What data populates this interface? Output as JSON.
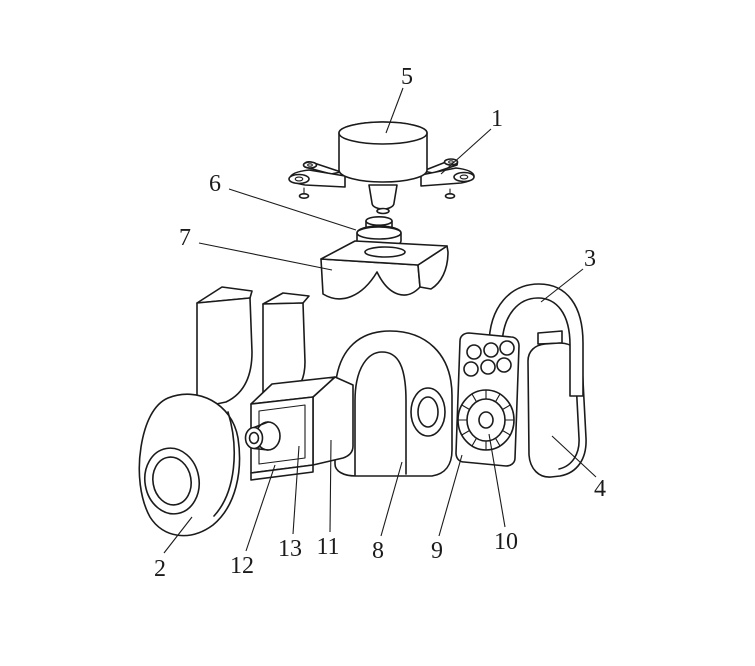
{
  "figure": {
    "background": "#ffffff",
    "line_color": "#1b1b1b"
  },
  "labels": {
    "l1": "1",
    "l2": "2",
    "l3": "3",
    "l4": "4",
    "l5": "5",
    "l6": "6",
    "l7": "7",
    "l8": "8",
    "l9": "9",
    "l10": "10",
    "l11": "11",
    "l12": "12",
    "l13": "13"
  }
}
